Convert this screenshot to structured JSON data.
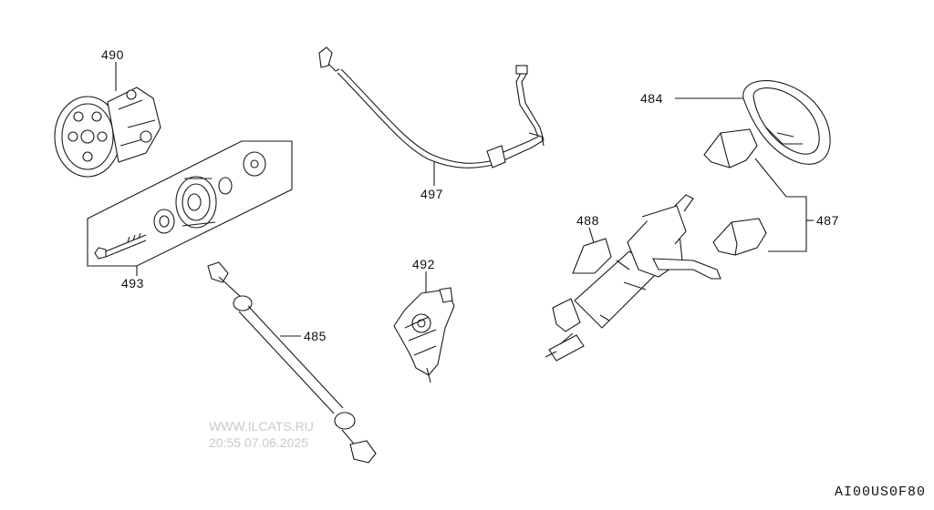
{
  "parts": {
    "p490": "490",
    "p493": "493",
    "p497": "497",
    "p492": "492",
    "p485": "485",
    "p484": "484",
    "p488": "488",
    "p487": "487"
  },
  "watermark": {
    "site": "WWW.ILCATS.RU",
    "timestamp": "20:55 07.06.2025"
  },
  "diagram_code": "AI00US0F80"
}
